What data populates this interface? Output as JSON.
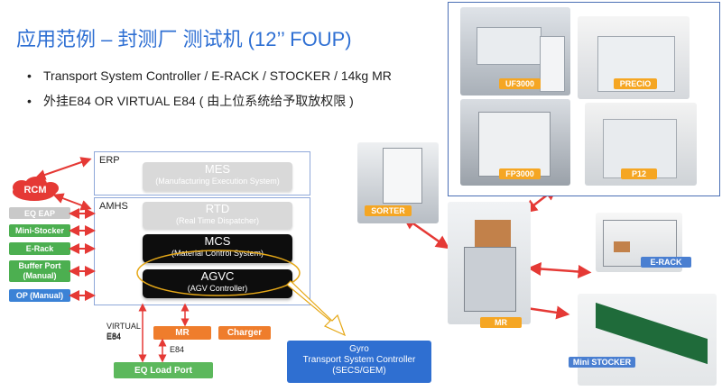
{
  "title": "应用范例 – 封测厂 测试机 (12’’ FOUP)",
  "bullets": [
    "Transport System Controller / E-RACK / STOCKER / 14kg MR",
    "外挂E84 OR VIRTUAL E84 ( 由上位系统给予取放权限 )"
  ],
  "diagram": {
    "erp_label": "ERP",
    "amhs_label": "AMHS",
    "mes": {
      "name": "MES",
      "sub": "(Manufacturing Execution System)"
    },
    "rtd": {
      "name": "RTD",
      "sub": "(Real Time Dispatcher)"
    },
    "mcs": {
      "name": "MCS",
      "sub": "(Material Control System)"
    },
    "agvc": {
      "name": "AGVC",
      "sub": "(AGV Controller)"
    },
    "rcm": "RCM",
    "left_items": [
      "EQ EAP",
      "Mini-Stocker",
      "E-Rack",
      "Buffer Port (Manual)",
      "OP (Manual)"
    ],
    "virtual_e84": "VIRTUAL E84",
    "e84": "E84",
    "mr": "MR",
    "charger": "Charger",
    "eq_load_port": "EQ Load Port",
    "gyro": {
      "line1": "Gyro",
      "line2": "Transport System Controller",
      "line3": "(SECS/GEM)"
    }
  },
  "equipment": {
    "uf3000": "UF3000",
    "precio": "PRECIO",
    "fp3000": "FP3000",
    "p12": "P12",
    "sorter": "SORTER",
    "mr": "MR",
    "erack": "E-RACK",
    "mini_stocker": "Mini STOCKER"
  },
  "colors": {
    "title_blue": "#2e6fd3",
    "arrow_red": "#e53935",
    "green": "#4caf50",
    "orange": "#ef7d2c",
    "gyro_blue": "#2f6fd1",
    "ellipse_gold": "#e6a817"
  }
}
